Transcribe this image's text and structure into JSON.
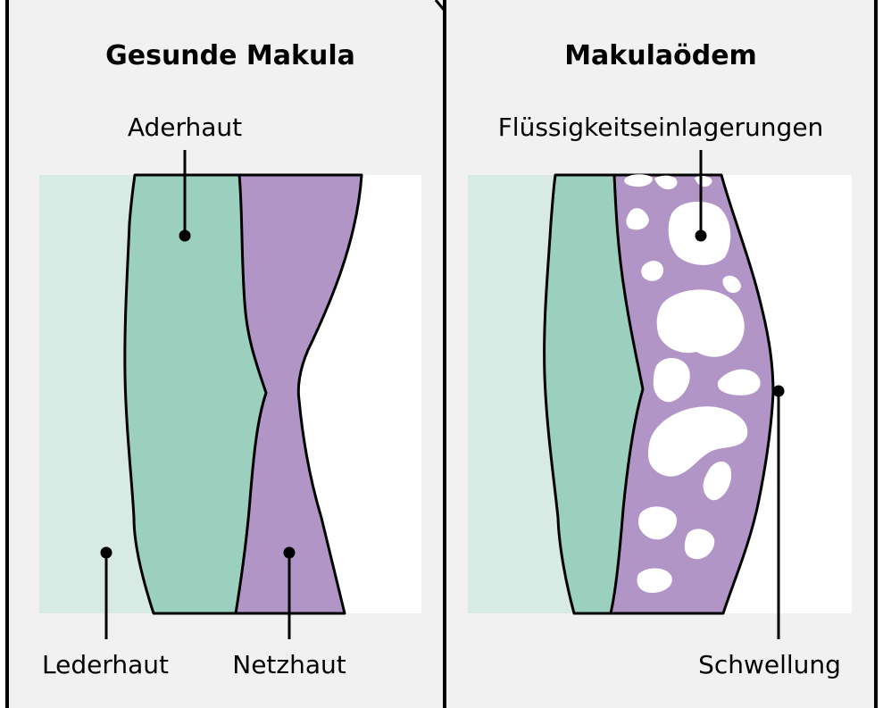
{
  "panels": [
    {
      "title": "Gesunde Makula",
      "labels": {
        "choroid": "Aderhaut",
        "sclera": "Lederhaut",
        "retina": "Netzhaut"
      }
    },
    {
      "title": "Makulaödem",
      "labels": {
        "fluid": "Flüssigkeitseinlagerungen",
        "swelling": "Schwellung"
      }
    }
  ],
  "colors": {
    "panel_background": "#f1f1f1",
    "sclera": "#d7eae3",
    "choroid": "#9ad0bd",
    "retina": "#b095c6",
    "vitreous": "#ffffff",
    "outline": "#000000"
  }
}
